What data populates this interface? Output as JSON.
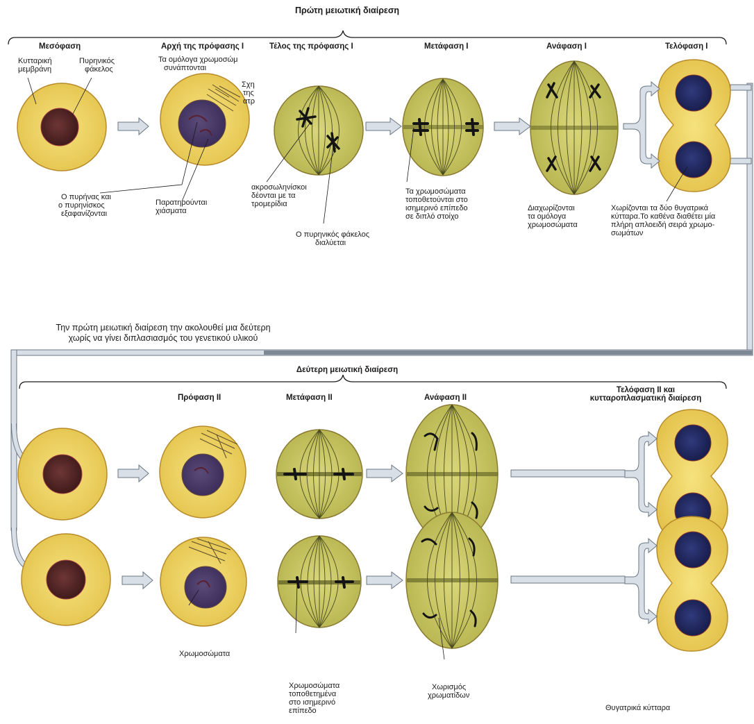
{
  "titles": {
    "meiosis1": "Πρώτη μειωτική διαίρεση",
    "meiosis2": "Δεύτερη μειωτική διαίρεση",
    "transition_line1": "Την πρώτη μειωτική διαίρεση την ακολουθεί μια δεύτερη",
    "transition_line2": "χωρίς να γίνει διπλασιασμός του γενετικού υλικού"
  },
  "stages1": {
    "interphase": "Μεσόφαση",
    "early_prophase": "Αρχή της πρόφασης Ι",
    "late_prophase": "Τέλος της πρόφασης Ι",
    "metaphase": "Μετάφαση Ι",
    "anaphase": "Ανάφαση Ι",
    "telophase": "Τελόφαση Ι"
  },
  "stages2": {
    "prophase": "Πρόφαση ΙΙ",
    "metaphase": "Μετάφαση ΙΙ",
    "anaphase": "Ανάφαση ΙΙ",
    "telophase_l1": "Τελόφαση ΙΙ και",
    "telophase_l2": "κυτταροπλασματική διαίρεση"
  },
  "labels1": {
    "cell_membrane_l1": "Κυτταρική",
    "cell_membrane_l2": "μεμβράνη",
    "nuclear_envelope_l1": "Πυρηνικός",
    "nuclear_envelope_l2": "φάκελος",
    "homologs_pair_l1": "Τα ομόλογα χρωμοσώμ",
    "homologs_pair_l2": "συνάπτονται",
    "side_cut_l1": "Σχη",
    "side_cut_l2": "της",
    "side_cut_l3": "ατρ",
    "nucleolus_l1": "Ο πυρήνας και",
    "nucleolus_l2": "ο πυρηνίσκος",
    "nucleolus_l3": "εξαφανίζονται",
    "chiasmata_l1": "Παρατηρούνται",
    "chiasmata_l2": "χιάσματα",
    "kinetochore_l1": "ακροσωληνίσκοι",
    "kinetochore_l2": "δέονται με τα",
    "kinetochore_l3": "τρομερίδια",
    "envelope_dissolves_l1": "Ο πυρηνικός φάκελος",
    "envelope_dissolves_l2": "διαλύεται",
    "equator_l1": "Τα χρωμοσώματα",
    "equator_l2": "τοποθετούνται στο",
    "equator_l3": "ισημερινό επίπεδο",
    "equator_l4": "σε διπλό στοίχο",
    "homologs_sep_l1": "Διαχωρίζονται",
    "homologs_sep_l2": "τα ομόλογα",
    "homologs_sep_l3": "χρωμοσώματα",
    "daughters_l1": "Χωρίζονται τα δύο θυγατρικά",
    "daughters_l2": "κύτταρα.Το καθένα διαθέτει μία",
    "daughters_l3": "πλήρη απλοειδή σειρά χρωμο-",
    "daughters_l4": "σωμάτων"
  },
  "labels2": {
    "chromosomes": "Χρωμοσώματα",
    "equator_l1": "Χρωμοσώματα",
    "equator_l2": "τοποθετημένα",
    "equator_l3": "στο ισημερινό",
    "equator_l4": "επίπεδο",
    "chromatids_l1": "Χωρισμός",
    "chromatids_l2": "χρωματίδων",
    "daughter_cells": "Θυγατρικά κύτταρα"
  },
  "colors": {
    "cell_fill": "#f0d870",
    "cell_outline": "#b88a2a",
    "cytoplasm_green": "#c9c864",
    "nucleus_brown": "#5a2a2a",
    "nucleus_blue": "#232b63",
    "chromosome": "#1a1a1a",
    "arrow_fill": "#d8dfe6",
    "arrow_outline": "#6b7784"
  }
}
